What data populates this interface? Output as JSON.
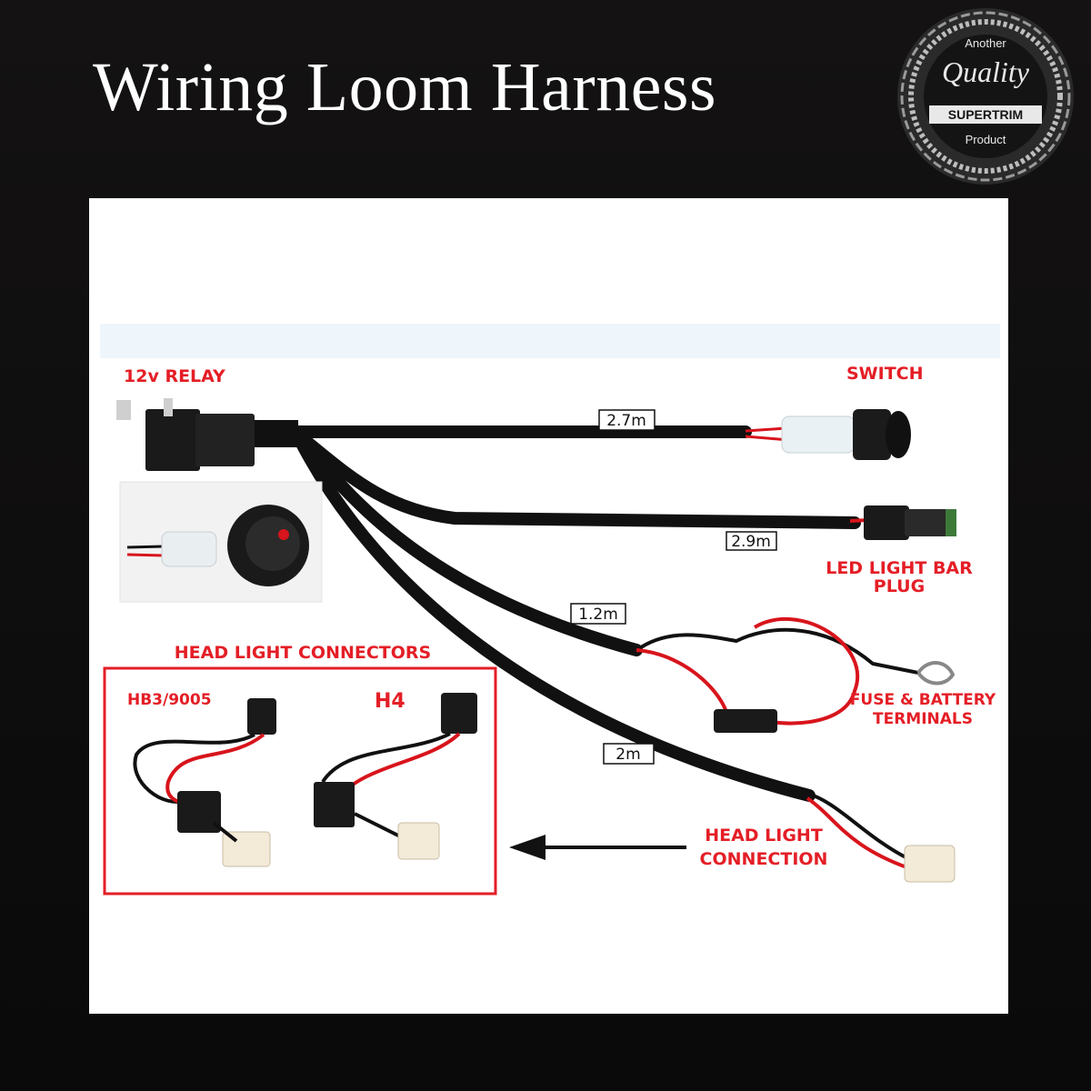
{
  "header": {
    "title": "Wiring Loom Harness"
  },
  "seal": {
    "line_top": "Another",
    "line_script": "Quality",
    "line_banner": "SUPERTRIM",
    "line_bottom": "Product"
  },
  "components": {
    "relay": "12v RELAY",
    "switch": "SWITCH",
    "led_plug_line1": "LED LIGHT BAR",
    "led_plug_line2": "PLUG",
    "fuse_line1": "FUSE & BATTERY",
    "fuse_line2": "TERMINALS",
    "headlight_conn_line1": "HEAD LIGHT",
    "headlight_conn_line2": "CONNECTION",
    "headlight_connectors": "HEAD LIGHT CONNECTORS",
    "hb3": "HB3/9005",
    "h4": "H4"
  },
  "lengths": {
    "switch": "2.7m",
    "led_plug": "2.9m",
    "fuse": "1.2m",
    "headlight": "2m"
  },
  "colors": {
    "label_red": "#e41e26",
    "cable_black": "#111111",
    "wire_red": "#d8141c"
  }
}
